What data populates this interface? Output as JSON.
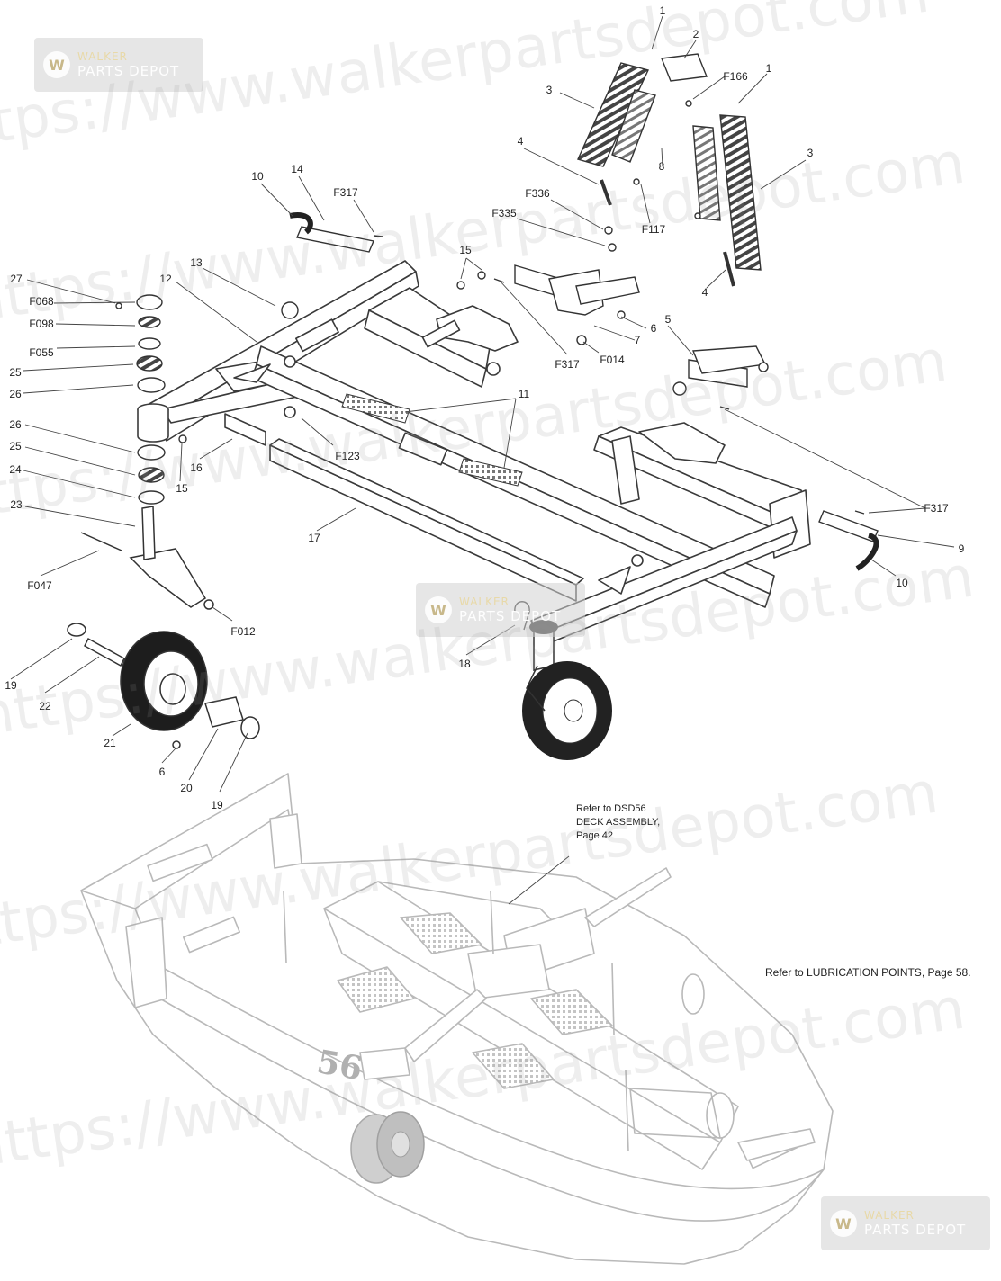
{
  "watermark": {
    "url_text": "https://www.walkerpartsdepot.com",
    "logo_line1": "WALKER",
    "logo_line2": "PARTS DEPOT"
  },
  "callouts": [
    {
      "id": "c-1a",
      "text": "1"
    },
    {
      "id": "c-2",
      "text": "2"
    },
    {
      "id": "c-f166",
      "text": "F166"
    },
    {
      "id": "c-1b",
      "text": "1"
    },
    {
      "id": "c-3a",
      "text": "3"
    },
    {
      "id": "c-3b",
      "text": "3"
    },
    {
      "id": "c-4a",
      "text": "4"
    },
    {
      "id": "c-8",
      "text": "8"
    },
    {
      "id": "c-f336",
      "text": "F336"
    },
    {
      "id": "c-f335",
      "text": "F335"
    },
    {
      "id": "c-f117",
      "text": "F117"
    },
    {
      "id": "c-4b",
      "text": "4"
    },
    {
      "id": "c-10a",
      "text": "10"
    },
    {
      "id": "c-14",
      "text": "14"
    },
    {
      "id": "c-f317a",
      "text": "F317"
    },
    {
      "id": "c-15a",
      "text": "15"
    },
    {
      "id": "c-5",
      "text": "5"
    },
    {
      "id": "c-6a",
      "text": "6"
    },
    {
      "id": "c-7",
      "text": "7"
    },
    {
      "id": "c-f317b",
      "text": "F317"
    },
    {
      "id": "c-f014",
      "text": "F014"
    },
    {
      "id": "c-27",
      "text": "27"
    },
    {
      "id": "c-13",
      "text": "13"
    },
    {
      "id": "c-12",
      "text": "12"
    },
    {
      "id": "c-f068",
      "text": "F068"
    },
    {
      "id": "c-f098",
      "text": "F098"
    },
    {
      "id": "c-f055",
      "text": "F055"
    },
    {
      "id": "c-25a",
      "text": "25"
    },
    {
      "id": "c-26a",
      "text": "26"
    },
    {
      "id": "c-11",
      "text": "11"
    },
    {
      "id": "c-26b",
      "text": "26"
    },
    {
      "id": "c-25b",
      "text": "25"
    },
    {
      "id": "c-24",
      "text": "24"
    },
    {
      "id": "c-16",
      "text": "16"
    },
    {
      "id": "c-15b",
      "text": "15"
    },
    {
      "id": "c-f123",
      "text": "F123"
    },
    {
      "id": "c-23",
      "text": "23"
    },
    {
      "id": "c-f317c",
      "text": "F317"
    },
    {
      "id": "c-17",
      "text": "17"
    },
    {
      "id": "c-9",
      "text": "9"
    },
    {
      "id": "c-10b",
      "text": "10"
    },
    {
      "id": "c-f047",
      "text": "F047"
    },
    {
      "id": "c-f012",
      "text": "F012"
    },
    {
      "id": "c-18",
      "text": "18"
    },
    {
      "id": "c-19a",
      "text": "19"
    },
    {
      "id": "c-22",
      "text": "22"
    },
    {
      "id": "c-21",
      "text": "21"
    },
    {
      "id": "c-6b",
      "text": "6"
    },
    {
      "id": "c-20",
      "text": "20"
    },
    {
      "id": "c-19b",
      "text": "19"
    }
  ],
  "notes": {
    "deck_ref_line1": "Refer to DSD56",
    "deck_ref_line2": "DECK ASSEMBLY,",
    "deck_ref_line3": "Page 42",
    "lube_ref": "Refer to LUBRICATION POINTS, Page 58."
  },
  "deck_number": "56"
}
